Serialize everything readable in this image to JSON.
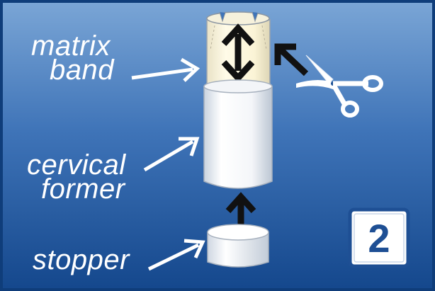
{
  "labels": {
    "matrix_band_line1": "matrix",
    "matrix_band_line2": "band",
    "cervical_former_line1": "cervical",
    "cervical_former_line2": "former",
    "stopper": "stopper"
  },
  "step_badge": {
    "number": "2"
  },
  "icons": {
    "scissors": "scissors-icon",
    "double_arrow": "double-headed-arrow",
    "up_arrow": "up-arrow"
  },
  "colors": {
    "background_top": "#6f9bcf",
    "background_bottom": "#164a8e",
    "border": "#0f3d7a",
    "badge_fill": "#ffffff",
    "badge_border": "#1e4f94",
    "arrow_dark": "#111111",
    "label_text": "#ffffff",
    "band_tint": "#fbf4d6"
  }
}
